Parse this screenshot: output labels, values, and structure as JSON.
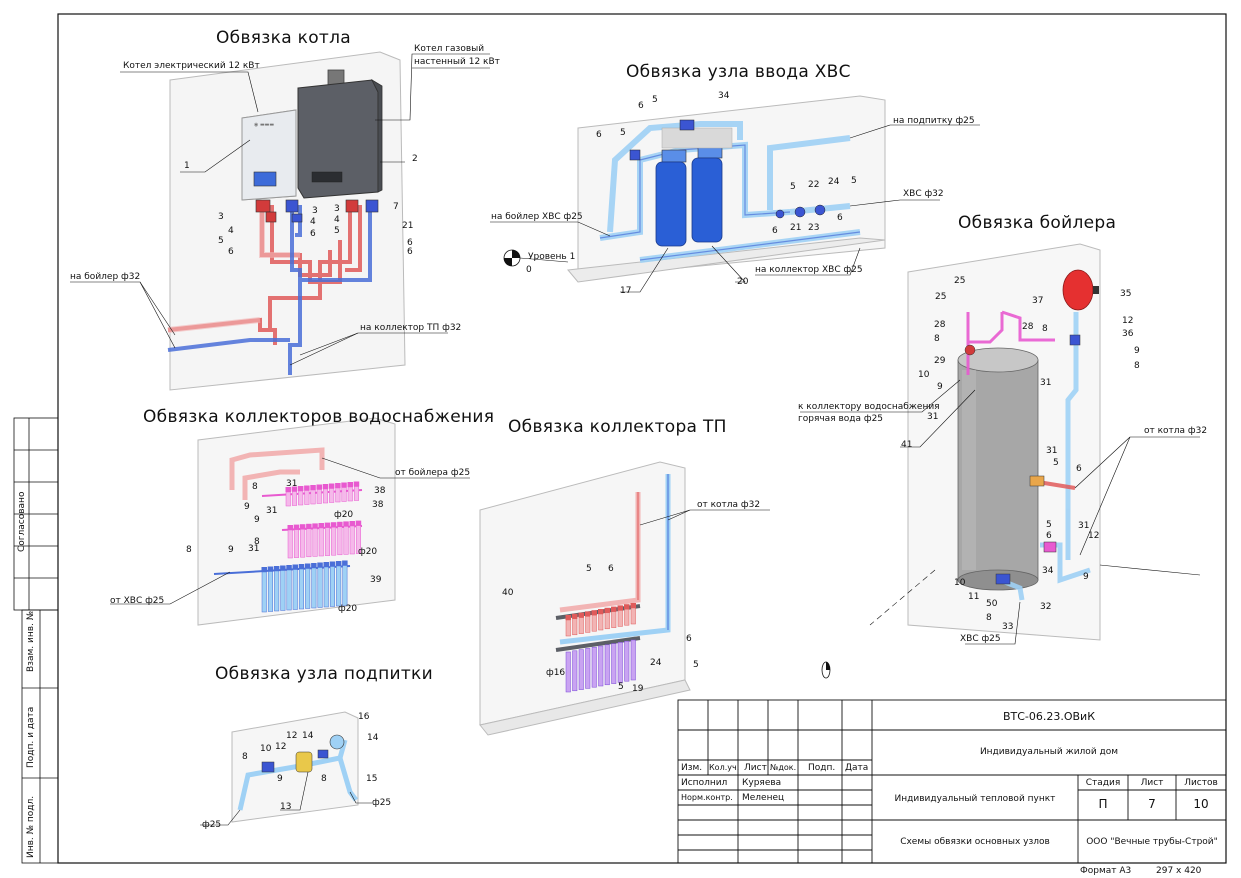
{
  "sections": {
    "kotel": {
      "title": "Обвязка котла",
      "notes": {
        "electric": "Котел электрический 12 кВт",
        "gas_line1": "Котел газовый",
        "gas_line2": "настенный 12 кВт",
        "boiler": "на бойлер ф32",
        "collector": "на коллектор ТП ф32"
      },
      "nums": [
        "1",
        "2",
        "3",
        "4",
        "5",
        "6",
        "3",
        "4",
        "6",
        "3",
        "4",
        "5",
        "7",
        "21",
        "6",
        "6"
      ]
    },
    "hvs": {
      "title": "Обвязка узла ввода ХВС",
      "notes": {
        "podpitka": "на подпитку ф25",
        "boiler_hvs": "на бойлер ХВС ф25",
        "hvs": "ХВС ф32",
        "collector_hvs": "на коллектор ХВС ф25",
        "level_label": "Уровень 1",
        "level_value": "0"
      },
      "nums": [
        "5",
        "34",
        "6",
        "6",
        "5",
        "5",
        "22",
        "24",
        "5",
        "6",
        "21",
        "23",
        "6",
        "17",
        "20"
      ]
    },
    "boiler": {
      "title": "Обвязка бойлера",
      "notes": {
        "to_collector_1": "к коллектору водоснабжения",
        "to_collector_2": "горячая вода ф25",
        "from_kotel": "от котла ф32",
        "hvs": "ХВС ф25"
      },
      "nums": [
        "25",
        "35",
        "25",
        "37",
        "28",
        "28",
        "8",
        "12",
        "8",
        "36",
        "29",
        "9",
        "10",
        "8",
        "9",
        "31",
        "31",
        "41",
        "31",
        "5",
        "6",
        "5",
        "31",
        "6",
        "12",
        "34",
        "9",
        "10",
        "11",
        "50",
        "8",
        "32",
        "33"
      ]
    },
    "collectors_water": {
      "title": "Обвязка коллекторов водоснабжения",
      "notes": {
        "from_boiler": "от бойлера ф25",
        "from_hvs": "от ХВС ф25",
        "d20a": "ф20",
        "d20b": "ф20",
        "d20c": "ф20"
      },
      "nums": [
        "31",
        "8",
        "38",
        "9",
        "31",
        "9",
        "38",
        "8",
        "8",
        "9",
        "31",
        "39"
      ]
    },
    "collector_tp": {
      "title": "Обвязка коллектора ТП",
      "notes": {
        "from_kotel": "от котла ф32",
        "d16": "ф16"
      },
      "nums": [
        "5",
        "6",
        "40",
        "6",
        "24",
        "5",
        "5",
        "19"
      ]
    },
    "podpitka": {
      "title": "Обвязка узла подпитки",
      "notes": {
        "d25a": "ф25",
        "d25b": "ф25"
      },
      "nums": [
        "16",
        "12",
        "14",
        "10",
        "12",
        "14",
        "8",
        "9",
        "8",
        "15",
        "13"
      ]
    }
  },
  "side_stamp": {
    "agreed": "Согласовано",
    "inv_replace": "Взам. инв. №",
    "sign_date": "Подп. и дата",
    "inv_orig": "Инв. № подл."
  },
  "title_block": {
    "code": "ВТС-06.23.ОВиК",
    "object": "Индивидуальный жилой дом",
    "headers": [
      "Изм.",
      "Кол.уч.",
      "Лист",
      "№док.",
      "Подп.",
      "Дата"
    ],
    "roles": [
      {
        "role": "Исполнил",
        "name": "Куряева"
      },
      {
        "role": "Норм.контр.",
        "name": "Меленец"
      }
    ],
    "subject": "Индивидуальный тепловой пункт",
    "sheet_title": "Схемы обвязки основных узлов",
    "stage_label": "Стадия",
    "sheet_label": "Лист",
    "sheets_label": "Листов",
    "stage": "П",
    "sheet": "7",
    "sheets": "10",
    "company": "ООО \"Вечные трубы-Строй\"",
    "format": "Формат А3",
    "size": "297 х 420"
  },
  "colors": {
    "hot": "#e05a5a",
    "hot_light": "#f2b4b4",
    "cold": "#4a6fd8",
    "cold_light": "#9fd1f5",
    "pink": "#e85ad0",
    "filter_blue": "#2a5fd6",
    "tank_gray": "#a7a7a7",
    "exp_tank_red": "#e53030",
    "boiler_dark": "#5c5f66",
    "boiler_light": "#e8ebef"
  }
}
